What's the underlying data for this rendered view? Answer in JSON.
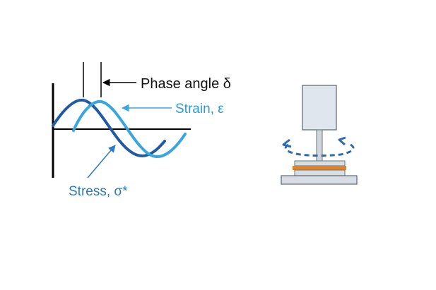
{
  "labels": {
    "phase_angle": "Phase angle δ",
    "strain": "Strain, ε",
    "stress": "Stress, σ*"
  },
  "colors": {
    "stress_wave": "#1f5aa6",
    "strain_wave": "#3aa6e0",
    "strain_text": "#2e9ad8",
    "stress_text": "#2a7cc4",
    "axis": "#000000",
    "motor_fill": "#dfe6ee",
    "plate": "#d7dde3",
    "sample": "#e5821f",
    "rotation_arrow": "#2d6bb0"
  },
  "icons": {
    "rotation": "circular-arrow-icon"
  }
}
